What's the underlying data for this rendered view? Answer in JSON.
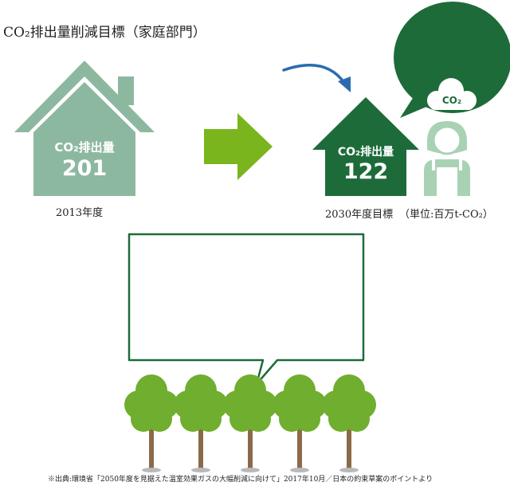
{
  "title": "CO₂排出量削減目標（家庭部門）",
  "house_2013": {
    "label": "CO₂排出量",
    "value": "201",
    "year_caption": "2013年度"
  },
  "house_2030": {
    "label": "CO₂排出量",
    "value": "122",
    "year_caption": "2030年度目標"
  },
  "unit": "（単位:百万t-CO₂）",
  "cloud_label": "CO₂",
  "source": "※出典:環境省「2050年度を見据えた温室効果ガスの大幅削減に向けて」2017年10月／日本の約束草案のポイントより",
  "colors": {
    "house_2013": "#8db8a0",
    "house_2030": "#1e6b3a",
    "arrow_green": "#7ab51d",
    "curve_arrow": "#2a6bb0",
    "bubble_dark": "#1e6b3a",
    "person": "#a9d2b5",
    "tree_leaf": "#6fae2e",
    "trunk": "#8a6a4a"
  }
}
